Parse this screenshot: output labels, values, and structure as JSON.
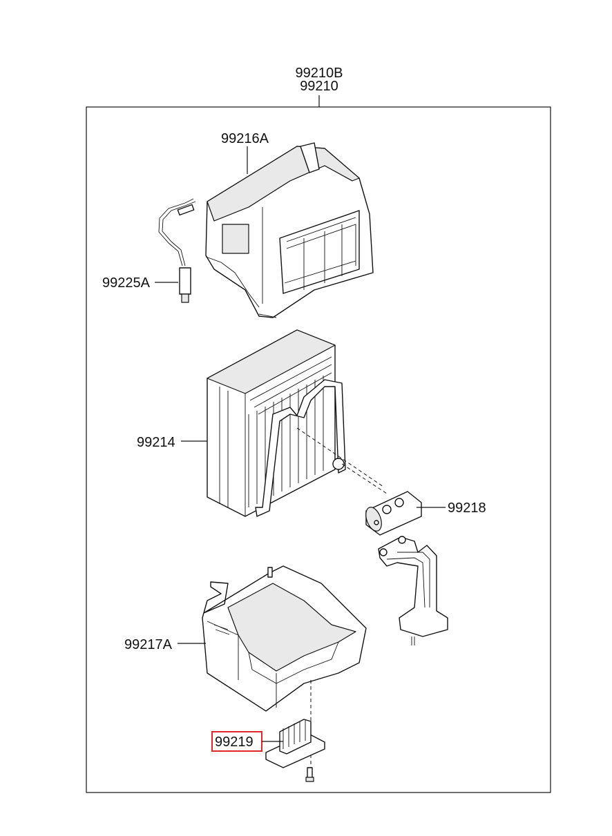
{
  "assembly": {
    "labels": [
      "99210B",
      "99210"
    ]
  },
  "parts": [
    {
      "id": "case-upper",
      "code": "99216A",
      "highlighted": false
    },
    {
      "id": "sensor",
      "code": "99225A",
      "highlighted": false
    },
    {
      "id": "evaporator",
      "code": "99214",
      "highlighted": false
    },
    {
      "id": "expansion-valve",
      "code": "99218",
      "highlighted": false
    },
    {
      "id": "case-lower",
      "code": "99217A",
      "highlighted": false
    },
    {
      "id": "resistor",
      "code": "99219",
      "highlighted": true
    }
  ],
  "colors": {
    "highlight": "#e0262b",
    "line": "#111111"
  }
}
